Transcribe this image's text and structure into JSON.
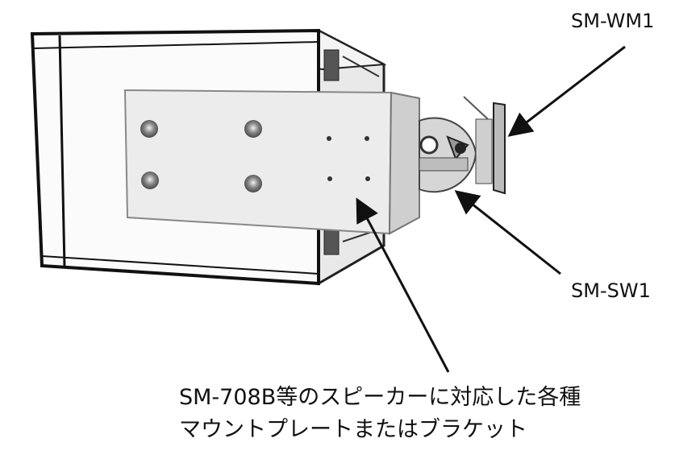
{
  "labels": {
    "wall_mount": "SM-WM1",
    "swivel": "SM-SW1",
    "caption_line1": "SM-708B等のスピーカーに対応した各種",
    "caption_line2": "マウントプレートまたはブラケット"
  },
  "colors": {
    "ink": "#111111",
    "metal_light": "#d9d9d9",
    "metal_mid": "#b5b5b5",
    "metal_dark": "#6e6e6e"
  }
}
